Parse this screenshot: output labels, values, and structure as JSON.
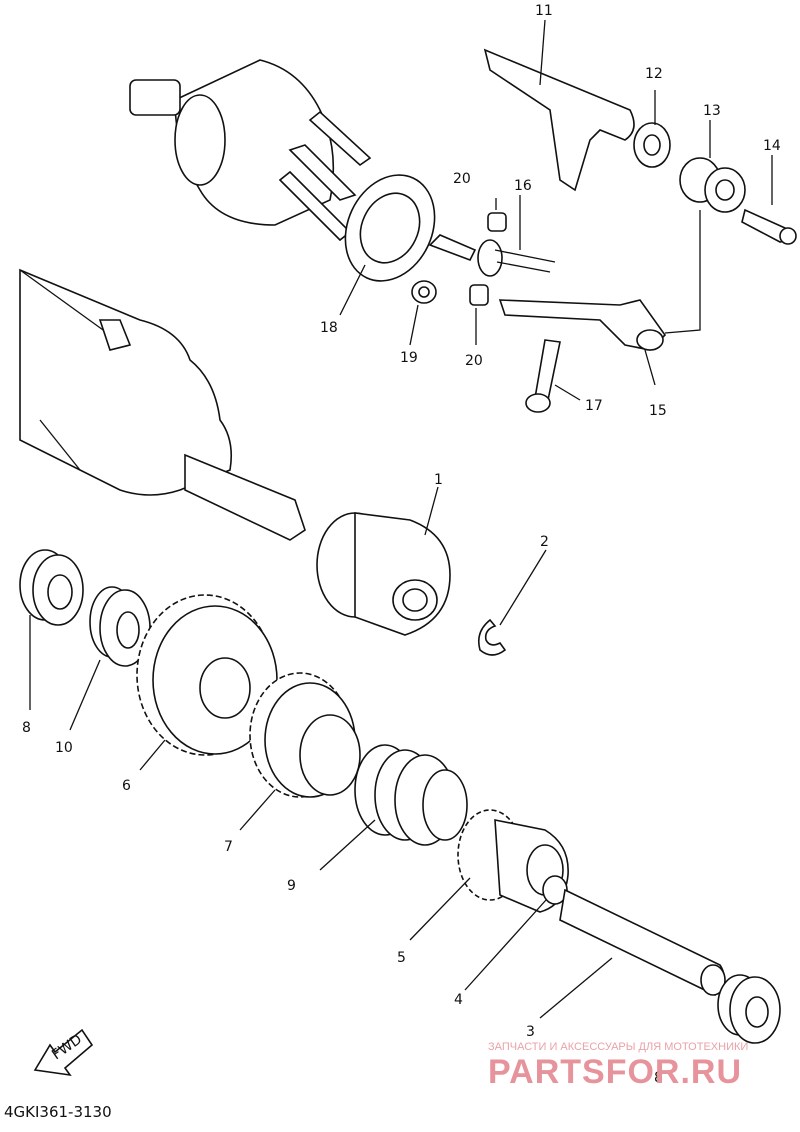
{
  "diagram": {
    "drawing_code": "4GKI361-3130",
    "direction_marker": "FWD",
    "callouts": [
      "1",
      "2",
      "3",
      "4",
      "5",
      "6",
      "7",
      "8",
      "8",
      "9",
      "10",
      "11",
      "12",
      "13",
      "14",
      "15",
      "16",
      "17",
      "18",
      "19",
      "20",
      "20"
    ]
  },
  "watermark": {
    "tagline": "ЗАПЧАСТИ И АКСЕССУАРЫ ДЛЯ МОТОТЕХНИКИ",
    "brand": "PARTSFOR.RU"
  },
  "colors": {
    "ink": "#111111",
    "watermark": "#e6939b"
  }
}
